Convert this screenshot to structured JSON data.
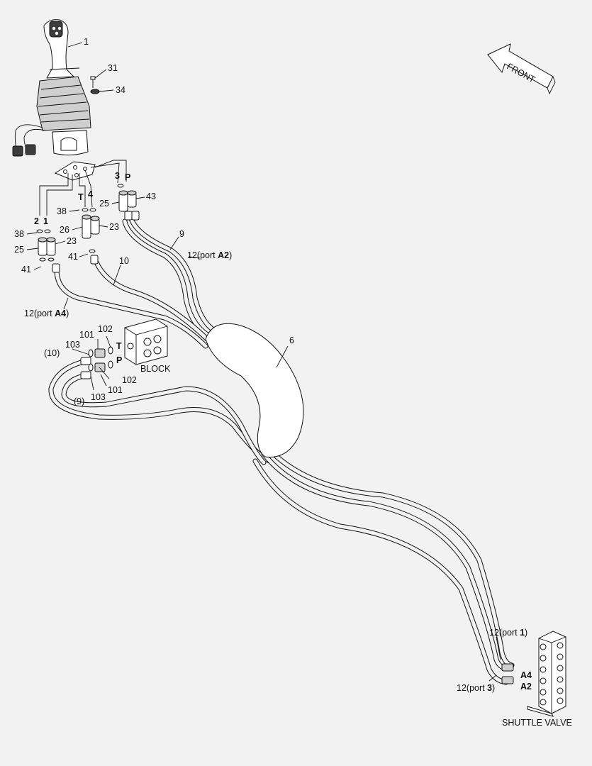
{
  "direction": {
    "front_label": "FRONT"
  },
  "callouts": {
    "c1": "1",
    "c31": "31",
    "c34": "34",
    "c3": "3",
    "cP": "P",
    "c43": "43",
    "c25a": "25",
    "cT": "T",
    "c4": "4",
    "c38a": "38",
    "c26": "26",
    "c23a": "23",
    "c2": "2",
    "c1b": "1",
    "c38b": "38",
    "c25b": "25",
    "c23b": "23",
    "c41a": "41",
    "c41b": "41",
    "c9": "9",
    "c12a2": "12(port ",
    "cA2": "A2",
    "c10": "10",
    "c12a4": "12(port ",
    "cA4": "A4",
    "c101a": "101",
    "c102a": "102",
    "c103a": "103",
    "cT2": "T",
    "cP2": "P",
    "c102b": "102",
    "c101b": "101",
    "c103b": "103",
    "c10p": "(10)",
    "c9p": "(9)",
    "c6": "6",
    "c12p1": "12(port ",
    "cP1": "1",
    "c12p3": "12(port ",
    "cP3": "3",
    "cA4b": "A4",
    "cA2b": "A2",
    "close": ")"
  },
  "components": {
    "block_label": "BLOCK",
    "shuttle_label": "SHUTTLE VALVE"
  },
  "colors": {
    "line": "#111111",
    "background": "#f2f2f2",
    "shade": "#cfcfcf"
  }
}
